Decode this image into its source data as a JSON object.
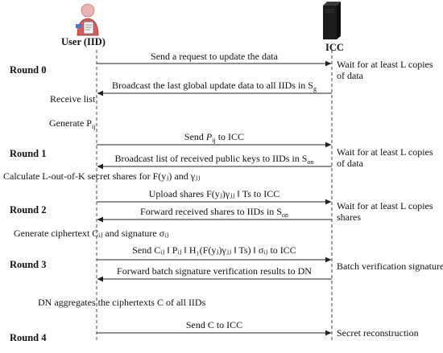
{
  "actors": {
    "user": {
      "label": "User (IID)",
      "icon": "user-with-document-icon"
    },
    "icc": {
      "label": "ICC",
      "icon": "server-tower-icon"
    }
  },
  "rounds": [
    "Round 0",
    "Round 1",
    "Round 2",
    "Round 3",
    "Round 4"
  ],
  "messages": {
    "r0_request": "Send a request to update the data",
    "r0_broadcast": "Broadcast the last global update data to all IIDs in S",
    "r0_broadcast_sub": "g",
    "r1_send_a": "Send",
    "r1_send_p": "P",
    "r1_send_p_sub": "ij",
    "r1_send_b": "to ICC",
    "r1_broadcast": "Broadcast list of received public keys to IIDs in S",
    "r1_broadcast_sub": "on",
    "r2_upload": "Upload shares F(yⱼ)γⱼⱼ ‖ Ts to ICC",
    "r2_forward": "Forward received shares to IIDs in S",
    "r2_forward_sub": "on",
    "r3_send": "Send Cᵢⱼ ‖ Pᵢⱼ ‖ H₁(F(yⱼ)γⱼⱼ ‖ Ts) ‖ σᵢⱼ  to ICC",
    "r3_forward": "Forward batch signature verification results to DN",
    "r4_send": "Send  C  to ICC"
  },
  "user_notes": {
    "receive_list": "Receive list",
    "generate_p": "Generate P",
    "generate_p_sub": "ij",
    "calculate_shares": "Calculate L-out-of-K secret shares for  F(yⱼ)  and γⱼⱼ",
    "generate_cipher": "Generate ciphertext  Cᵢⱼ  and signature σᵢⱼ",
    "dn_aggregates": "DN aggregates the ciphertexts  C  of all IIDs"
  },
  "icc_notes": {
    "wait_r0": "Wait for at least L copies of data",
    "wait_r1": "Wait for at least L copies of data",
    "wait_r2": "Wait for at least L copies shares",
    "batch_verify": "Batch verification signature",
    "secret_recon": "Secret reconstruction"
  },
  "colors": {
    "line": "#222222",
    "background": "#ffffff",
    "server": "#1c1c1c",
    "user_head": "#e8a0a0"
  }
}
